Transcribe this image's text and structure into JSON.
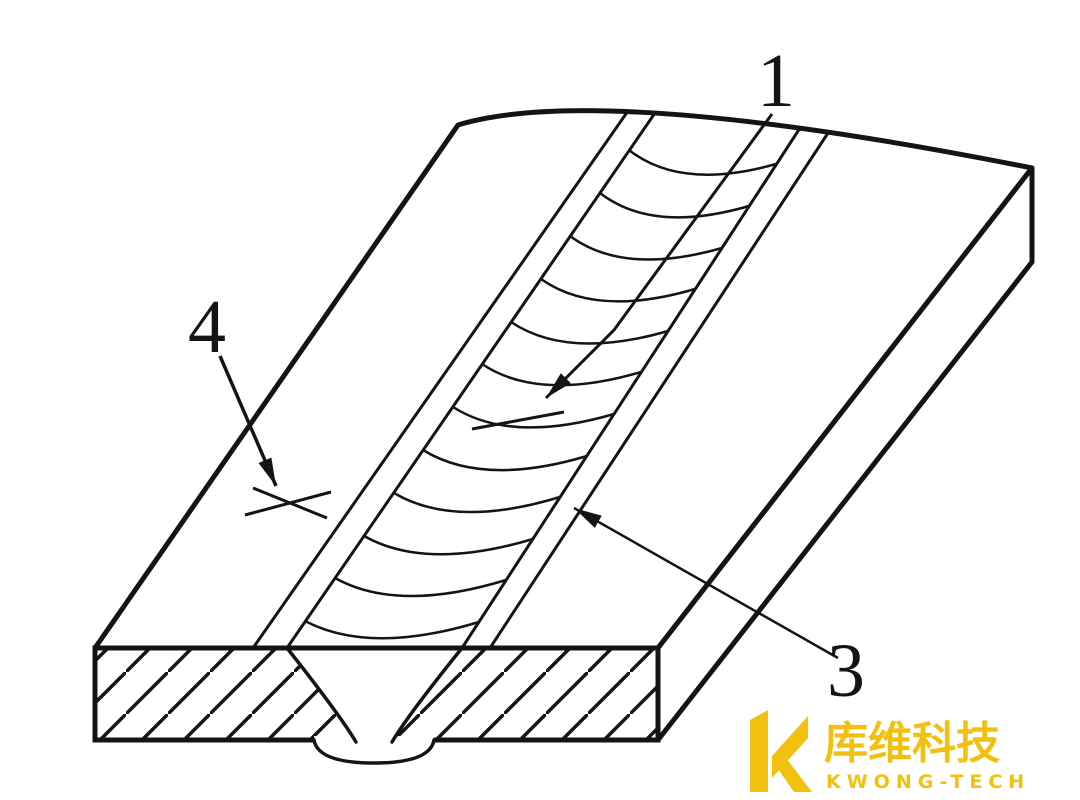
{
  "diagram": {
    "subject": "weld-seam-on-plate",
    "callouts": [
      {
        "label": "1"
      },
      {
        "label": "3"
      },
      {
        "label": "4"
      }
    ]
  },
  "logo": {
    "mark_icon": "kwong-k-logo",
    "name_zh": "库维科技",
    "name_en": "KWONG-TECH",
    "color": "#F2C00E"
  },
  "colors": {
    "line": "#141414",
    "background": "#FFFFFF"
  }
}
